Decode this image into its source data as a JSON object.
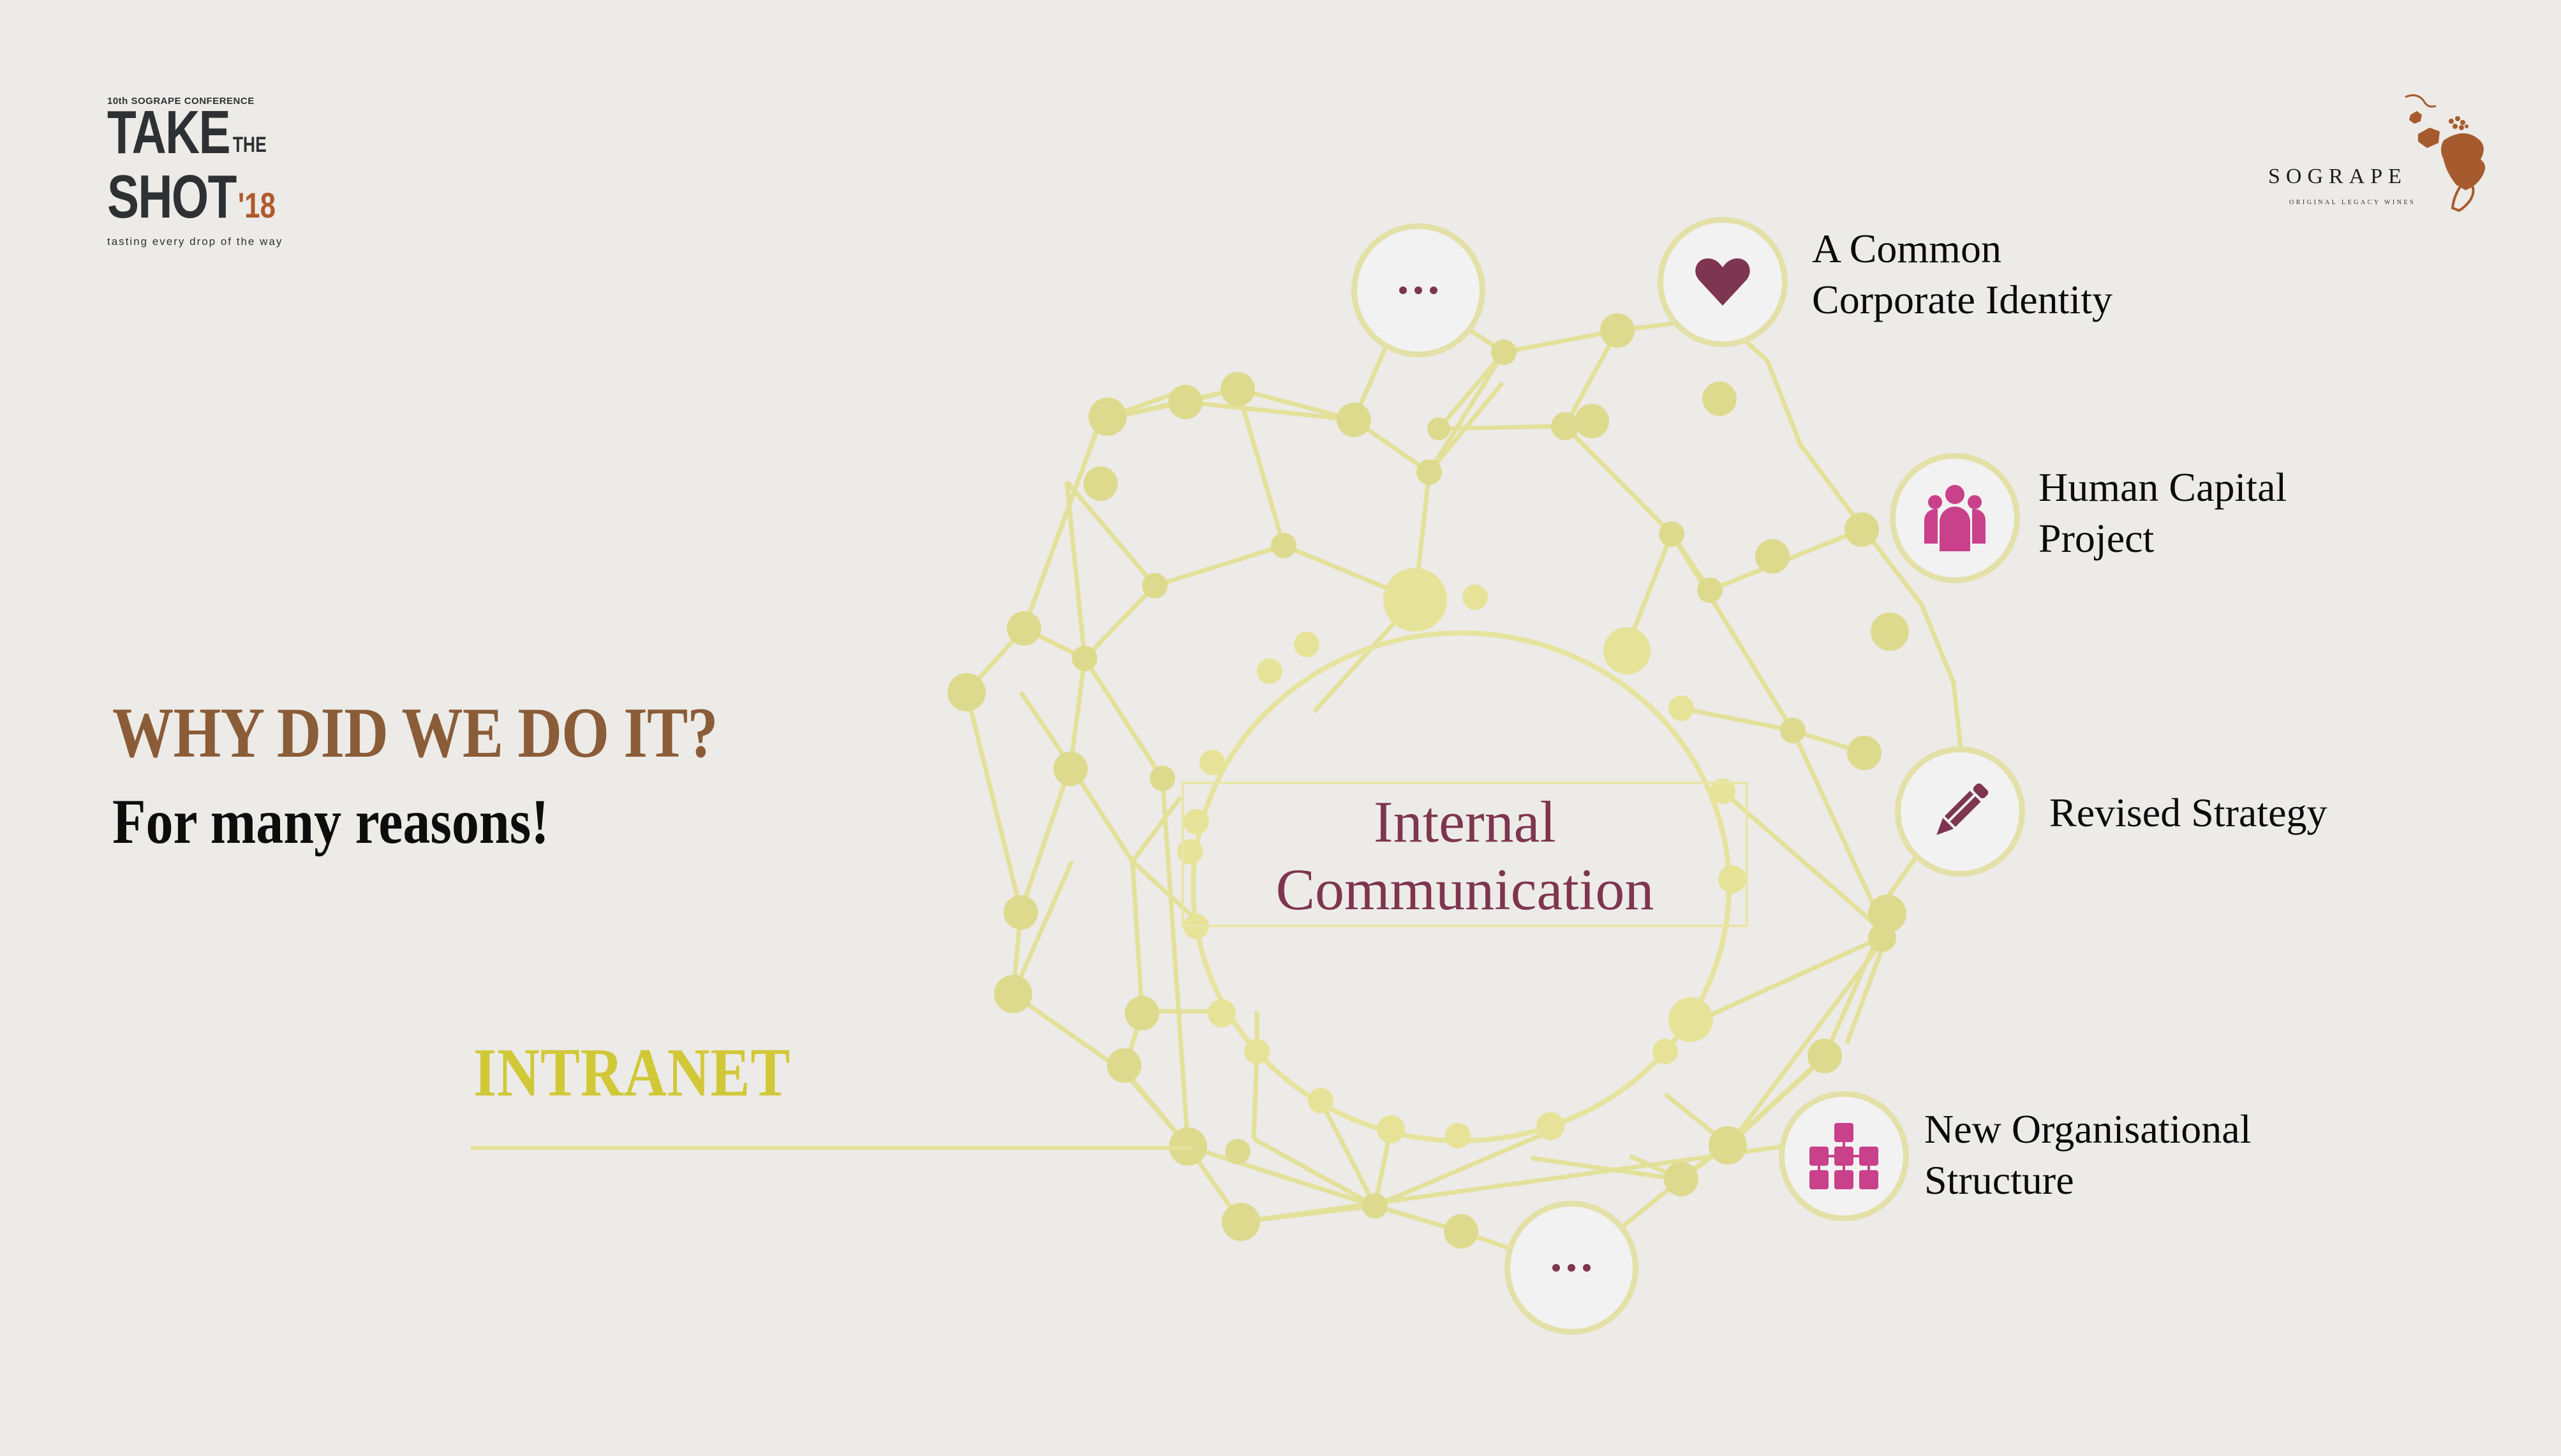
{
  "conference_logo": {
    "kicker": "10th SOGRAPE CONFERENCE",
    "line1": "TAKE",
    "line1_suffix": "THE",
    "line2": "SHOT",
    "line2_suffix": "'18",
    "tagline": "tasting every drop of the way"
  },
  "brand_logo": {
    "name": "SOGRAPE",
    "subtitle": "ORIGINAL LEGACY WINES",
    "icon": "hand-holding-vine-icon"
  },
  "headline": "WHY DID WE DO IT?",
  "subheadline": "For many reasons!",
  "intranet_label": "INTRANET",
  "center": {
    "line1": "Internal",
    "line2": "Communication"
  },
  "topics": [
    {
      "icon": "heart-icon",
      "line1": "A Common",
      "line2": "Corporate Identity",
      "color": "#7E3550"
    },
    {
      "icon": "people-group-icon",
      "line1": "Human Capital",
      "line2": "Project",
      "color": "#C8418A"
    },
    {
      "icon": "pencil-icon",
      "line1": "Revised Strategy",
      "line2": "",
      "color": "#7E3550"
    },
    {
      "icon": "org-chart-icon",
      "line1": "New Organisational",
      "line2": "Structure",
      "color": "#C8418A"
    }
  ],
  "more_nodes": [
    {
      "icon": "ellipsis-icon"
    },
    {
      "icon": "ellipsis-icon"
    }
  ],
  "colors": {
    "background": "#ECEBE7",
    "headline": "#8B5C38",
    "intranet": "#D1C837",
    "network_line": "#E3E09A",
    "network_node": "#DDDA8E",
    "accent_dark": "#7E3550",
    "accent_pink": "#C8418A"
  }
}
